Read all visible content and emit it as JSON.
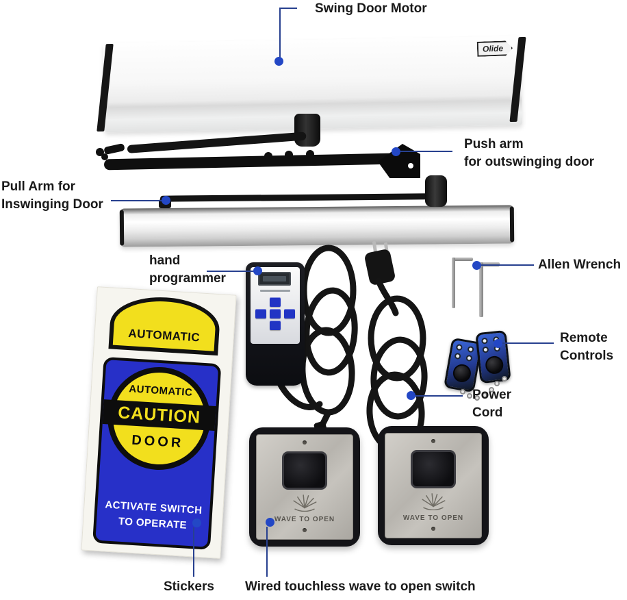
{
  "callouts": {
    "swing_door_motor": "Swing  Door  Motor",
    "push_arm": {
      "line1": "Push arm",
      "line2": "for outswinging door"
    },
    "pull_arm": {
      "line1": "Pull Arm for",
      "line2": "Inswinging Door"
    },
    "hand_programmer": {
      "line1": "hand",
      "line2": "programmer"
    },
    "allen_wrench": "Allen  Wrench",
    "remote_controls": {
      "line1": "Remote",
      "line2": "Controls"
    },
    "power_cord": {
      "line1": "Power",
      "line2": "Cord"
    },
    "stickers": "Stickers",
    "wave_switch": "Wired touchless wave to open switch"
  },
  "products": {
    "brand": "Olide",
    "sticker": {
      "top_text": "AUTOMATIC",
      "circle_line1": "AUTOMATIC",
      "circle_line2": "CAUTION",
      "circle_line3": "DOOR",
      "bottom_line1": "ACTIVATE SWITCH",
      "bottom_line2": "TO OPERATE"
    },
    "wave_switch_label": "WAVE TO OPEN"
  },
  "colors": {
    "callout_line": "#27408f",
    "callout_dot": "#2347c5",
    "sticker_yellow": "#f2df1d",
    "sticker_blue": "#2730c8",
    "programmer_button_blue": "#2134c4"
  }
}
